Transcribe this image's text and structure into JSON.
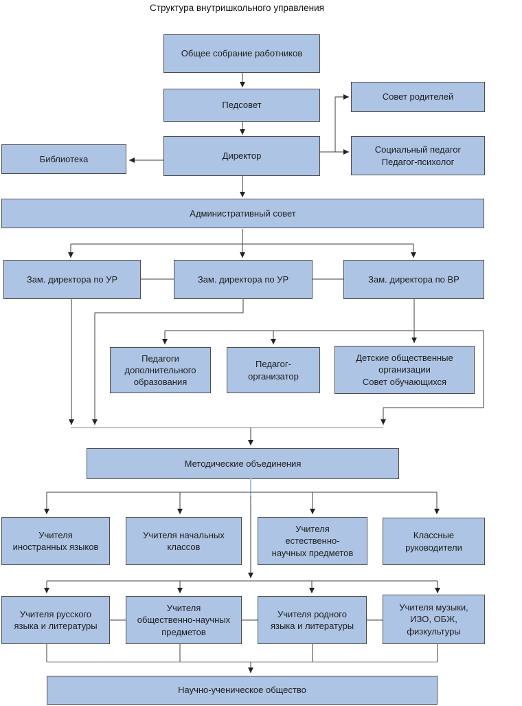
{
  "title": "Структура внутришкольного управления",
  "palette": {
    "node_fill": "#aec4e4",
    "node_border": "#4c4c4c",
    "line": "#3d3d3d",
    "line_muted": "#8a8a8a",
    "line_accent": "#a5c2dd",
    "text": "#1d1d1d",
    "background": "#ffffff"
  },
  "diagram": {
    "type": "org-chart",
    "nodes": {
      "general_meeting": {
        "label": "Общее собрание работников"
      },
      "pedsovet": {
        "label": "Педсовет"
      },
      "director": {
        "label": "Директор"
      },
      "library": {
        "label": "Библиотека"
      },
      "parents_council": {
        "label": "Совет родителей"
      },
      "social_pedagog": {
        "label": "Социальный педагог\nПедагог-психолог"
      },
      "admin_council": {
        "label": "Административный совет"
      },
      "deputy_ur_1": {
        "label": "Зам. директора по УР"
      },
      "deputy_ur_2": {
        "label": "Зам. директора по УР"
      },
      "deputy_vr": {
        "label": "Зам. директора по ВР"
      },
      "dop_pedagogi": {
        "label": "Педагоги\nдополнительного\nобразования"
      },
      "pedagog_organizer": {
        "label": "Педагог-\nорганизатор"
      },
      "children_orgs": {
        "label": "Детские общественные\nорганизации\nСовет обучающихся"
      },
      "method_assoc": {
        "label": "Методические объединения"
      },
      "foreign_lang_teachers": {
        "label": "Учителя\nиностранных языков"
      },
      "primary_teachers": {
        "label": "Учителя начальных\nклассов"
      },
      "science_teachers": {
        "label": "Учителя\nестественно-\nнаучных предметов"
      },
      "class_leaders": {
        "label": "Классные\nруководители"
      },
      "russian_teachers": {
        "label": "Учителя русского\nязыка и литературы"
      },
      "social_science_teachers": {
        "label": "Учителя\nобщественно-научных\nпредметов"
      },
      "native_lang_teachers": {
        "label": "Учителя родного\nязыка и литературы"
      },
      "arts_teachers": {
        "label": "Учителя музыки,\nИЗО, ОБЖ,\nфизкультуры"
      },
      "science_student_society": {
        "label": "Научно-ученическое общество"
      }
    },
    "edges": [
      {
        "from": "general_meeting",
        "to": "pedsovet"
      },
      {
        "from": "pedsovet",
        "to": "director"
      },
      {
        "from": "director",
        "to": "library"
      },
      {
        "from": "director",
        "to": "parents_council"
      },
      {
        "from": "director",
        "to": "social_pedagog"
      },
      {
        "from": "director",
        "to": "admin_council"
      },
      {
        "from": "admin_council",
        "to": "deputy_ur_1"
      },
      {
        "from": "admin_council",
        "to": "deputy_ur_2"
      },
      {
        "from": "admin_council",
        "to": "deputy_vr"
      },
      {
        "from": "deputy_vr",
        "to": "dop_pedagogi"
      },
      {
        "from": "deputy_vr",
        "to": "pedagog_organizer"
      },
      {
        "from": "deputy_vr",
        "to": "children_orgs"
      },
      {
        "from": "deputy_ur_1",
        "to": "method_assoc"
      },
      {
        "from": "deputy_ur_2",
        "to": "method_assoc"
      },
      {
        "from": "deputy_vr",
        "to": "method_assoc"
      },
      {
        "from": "method_assoc",
        "to": "foreign_lang_teachers"
      },
      {
        "from": "method_assoc",
        "to": "primary_teachers"
      },
      {
        "from": "method_assoc",
        "to": "science_teachers"
      },
      {
        "from": "method_assoc",
        "to": "class_leaders"
      },
      {
        "from": "method_assoc",
        "to": "russian_teachers"
      },
      {
        "from": "method_assoc",
        "to": "social_science_teachers"
      },
      {
        "from": "method_assoc",
        "to": "native_lang_teachers"
      },
      {
        "from": "method_assoc",
        "to": "arts_teachers"
      },
      {
        "from": "russian_teachers",
        "to": "science_student_society"
      },
      {
        "from": "social_science_teachers",
        "to": "science_student_society"
      },
      {
        "from": "native_lang_teachers",
        "to": "science_student_society"
      },
      {
        "from": "arts_teachers",
        "to": "science_student_society"
      }
    ]
  }
}
